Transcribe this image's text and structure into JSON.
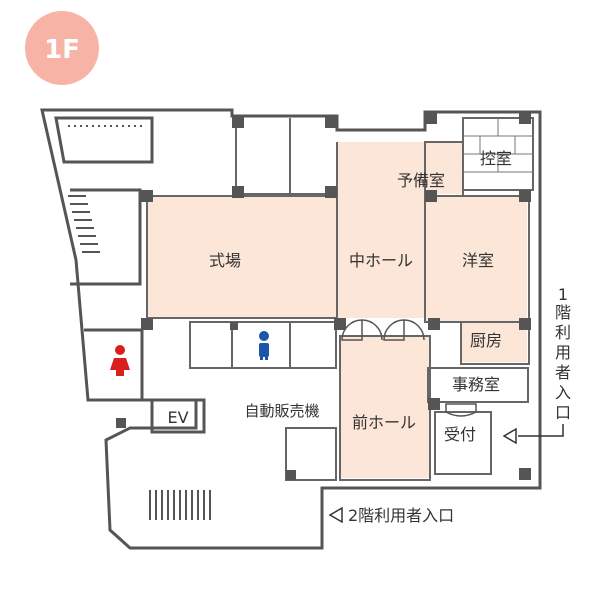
{
  "floor": {
    "label": "1F"
  },
  "rooms": {
    "shikijo": "式場",
    "naka_hall": "中ホール",
    "yobishitsu": "予備室",
    "hikaeshitsu": "控室",
    "yoshitsu": "洋室",
    "chubo": "厨房",
    "jimushitsu": "事務室",
    "mae_hall": "前ホール",
    "uketsuke": "受付",
    "jidohanbaiki": "自動販売機",
    "ev": "EV"
  },
  "entrances": {
    "first_floor_user": [
      "1",
      "階",
      "利",
      "用",
      "者",
      "入",
      "口"
    ],
    "second_floor_user": "2階利用者入口"
  },
  "colors": {
    "floor_badge": "#F7B3A6",
    "room_fill": "#FBE6D7",
    "wall": "#555555",
    "female_icon": "#D9201F",
    "male_icon": "#1C56A8"
  },
  "icons": {
    "female": "restroom-female-icon",
    "male": "restroom-male-icon",
    "entrance_arrow": "triangle-left-icon"
  }
}
